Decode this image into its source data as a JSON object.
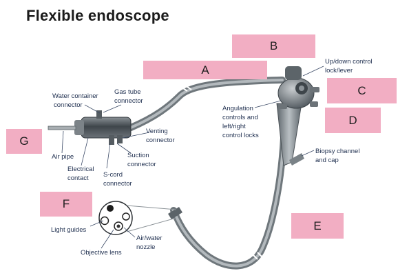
{
  "title": "Flexible endoscope",
  "answer_boxes": [
    "A",
    "B",
    "C",
    "D",
    "E",
    "F",
    "G"
  ],
  "labels": {
    "water_container": [
      "Water container",
      "connector"
    ],
    "gas_tube": [
      "Gas tube",
      "connector"
    ],
    "venting": [
      "Venting",
      "connector"
    ],
    "suction": [
      "Suction",
      "connector"
    ],
    "air_pipe": [
      "Air pipe"
    ],
    "electrical": [
      "Electrical",
      "contact"
    ],
    "scord": [
      "S-cord",
      "connector"
    ],
    "updown": [
      "Up/down control",
      "lock/lever"
    ],
    "angulation": [
      "Angulation",
      "controls and",
      "left/right",
      "control locks"
    ],
    "biopsy": [
      "Biopsy channel",
      "and cap"
    ],
    "light_guides": [
      "Light guides"
    ],
    "objective": [
      "Objective lens"
    ],
    "airwater": [
      "Air/water",
      "nozzle"
    ]
  },
  "colors": {
    "box_fill": "#f2aec3",
    "label_text": "#1f2f4f",
    "tube": "#8f969c"
  }
}
